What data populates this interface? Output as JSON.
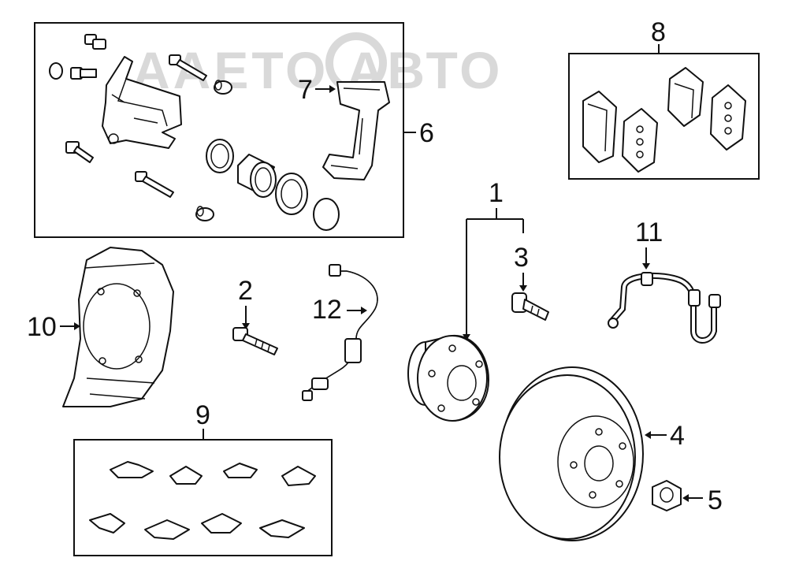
{
  "watermark": "ААЕТО АВТО",
  "callouts": {
    "c1": "1",
    "c2": "2",
    "c3": "3",
    "c4": "4",
    "c5": "5",
    "c6": "6",
    "c7": "7",
    "c8": "8",
    "c9": "9",
    "c10": "10",
    "c11": "11",
    "c12": "12"
  },
  "colors": {
    "line": "#111111",
    "background": "#ffffff",
    "watermark": "#d9d9d9"
  }
}
